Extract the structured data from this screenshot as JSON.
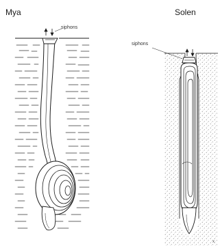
{
  "panels": [
    {
      "title": "Mya",
      "label": "siphons"
    },
    {
      "title": "Solen",
      "label": "siphons"
    }
  ],
  "corner_mark": "x",
  "colors": {
    "ink": "#1a1a1a",
    "sand_dots": "#6b6b6b",
    "background": "#ffffff"
  }
}
